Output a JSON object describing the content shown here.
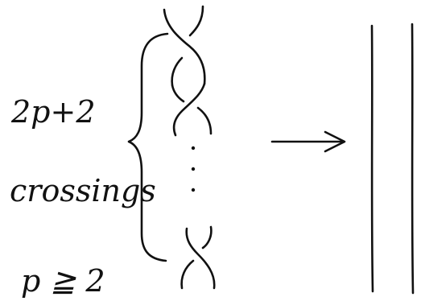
{
  "labels": {
    "crossing_count": "2p+2",
    "crossings_word": "crossings",
    "condition": "p ≧ 2"
  },
  "colors": {
    "ink": "#111111",
    "background": "#ffffff"
  }
}
